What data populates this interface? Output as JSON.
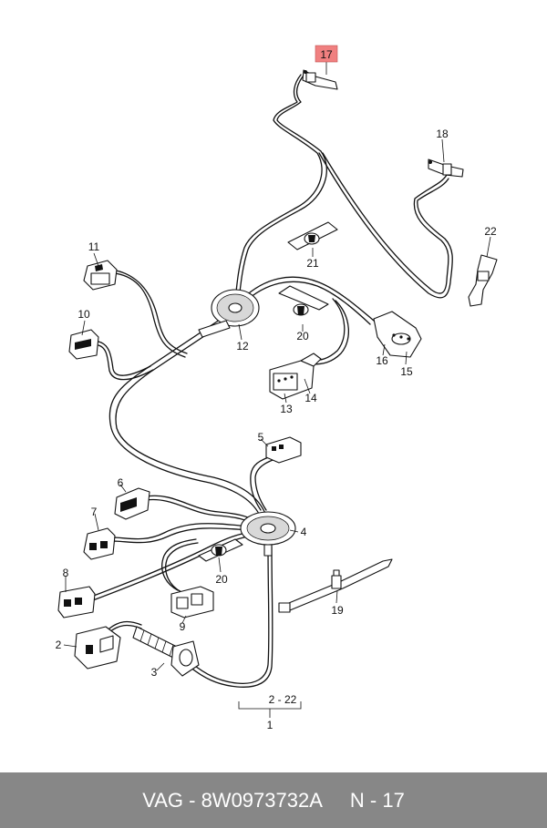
{
  "diagram": {
    "highlight_color": "#f08080",
    "callouts": {
      "c17": "17",
      "c18": "18",
      "c22": "22",
      "c11": "11",
      "c21": "21",
      "c10": "10",
      "c12": "12",
      "c20a": "20",
      "c16": "16",
      "c15": "15",
      "c14": "14",
      "c13": "13",
      "c5": "5",
      "c6": "6",
      "c7": "7",
      "c4": "4",
      "c20b": "20",
      "c8": "8",
      "c9": "9",
      "c19": "19",
      "c2": "2",
      "c3": "3",
      "c2_22": "2 - 22",
      "c1": "1"
    }
  },
  "footer": {
    "brand_part": "VAG - 8W0973732A",
    "position": "N - 17",
    "background": "#878787"
  }
}
